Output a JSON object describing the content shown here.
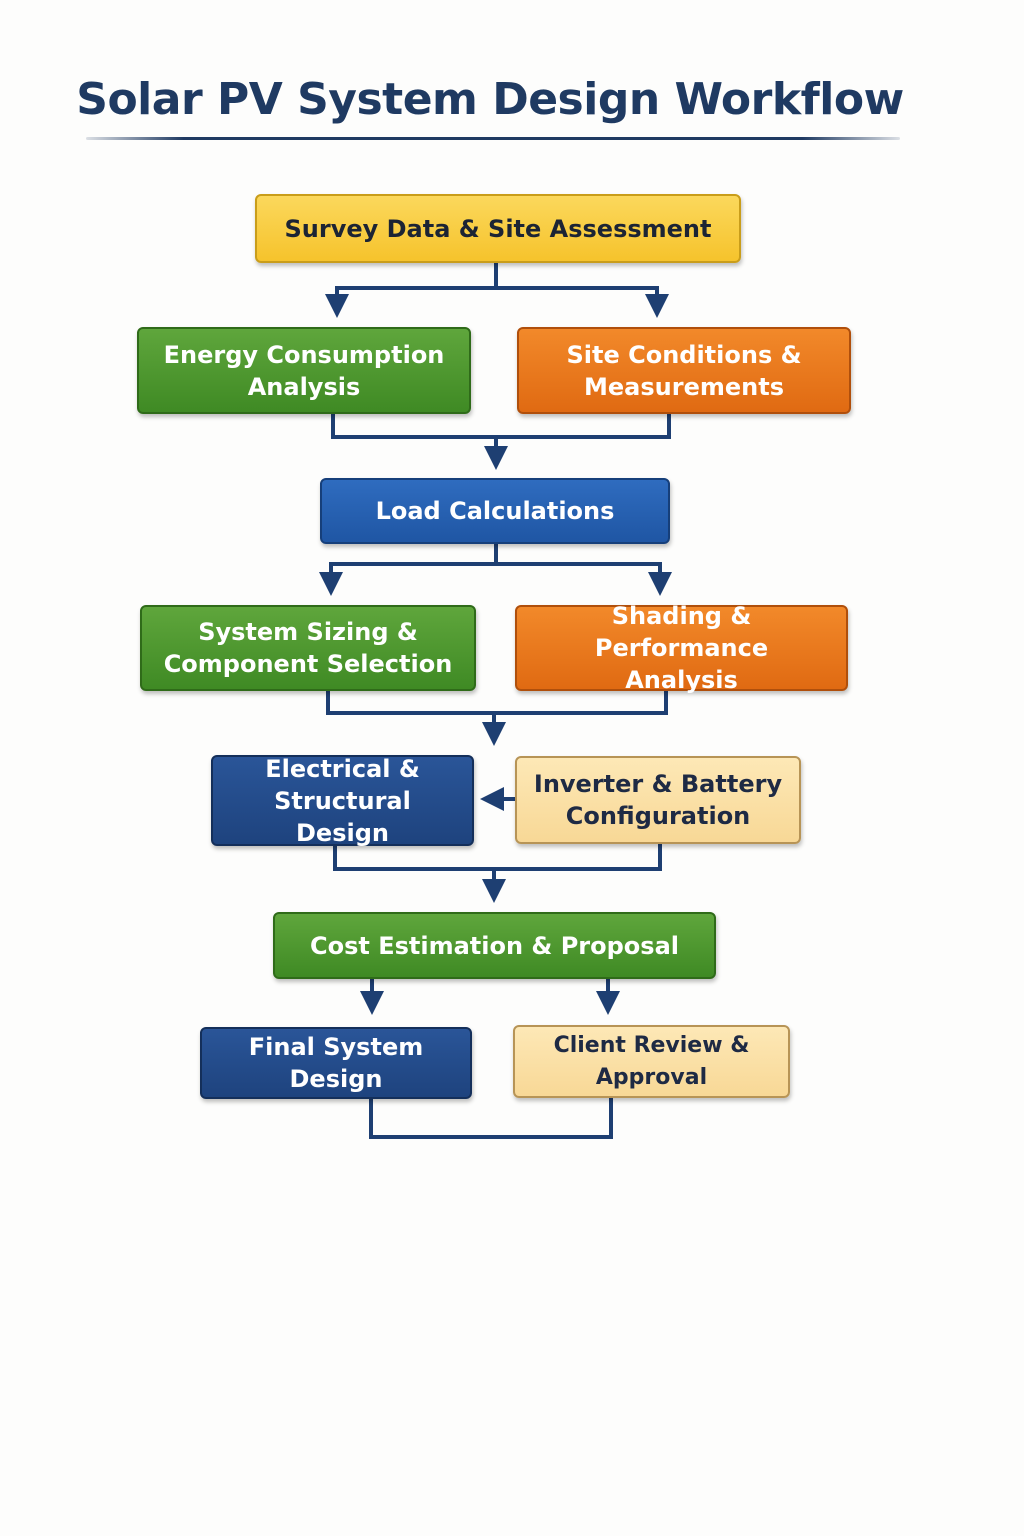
{
  "title": "Solar PV System Design Workflow",
  "nodes": {
    "survey": "Survey Data & Site Assessment",
    "energy": "Energy Consumption\nAnalysis",
    "site": "Site Conditions &\nMeasurements",
    "load": "Load Calculations",
    "sizing": "System Sizing &\nComponent Selection",
    "shading": "Shading & Performance\nAnalysis",
    "electrical": "Electrical &\nStructural Design",
    "inverter": "Inverter & Battery\nConfiguration",
    "cost": "Cost Estimation & Proposal",
    "final": "Final System Design",
    "review": "Client Review & Approval"
  },
  "colors": {
    "connector": "#1e3f72",
    "title": "#1f3a62"
  }
}
